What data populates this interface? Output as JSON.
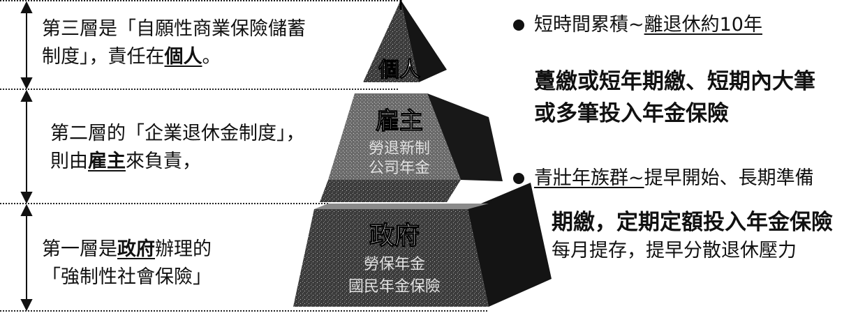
{
  "layers": [
    {
      "id": "third",
      "line1": "第三層是「自願性商業保險儲蓄",
      "line2_a": "制度」，責任在",
      "line2_em": "個人",
      "line2_b": "。",
      "pyramid_label": "個人"
    },
    {
      "id": "second",
      "line1": "第二層的「企業退休金制度」，",
      "line2_a": "則由",
      "line2_em": "雇主",
      "line2_b": "來負責，",
      "pyramid_label": "雇主",
      "pyramid_sub1": "勞退新制",
      "pyramid_sub2": "公司年金"
    },
    {
      "id": "first",
      "line1_a": "第一層是",
      "line1_em": "政府",
      "line1_b": "辦理的",
      "line2": "「強制性社會保險」",
      "pyramid_label": "政府",
      "pyramid_sub1": "勞保年金",
      "pyramid_sub2": "國民年金保險"
    }
  ],
  "right": {
    "group1": {
      "bullet_a": "短時間累積~",
      "bullet_u": "離退休約10年",
      "bold1": "躉繳或短年期繳、短期內大筆",
      "bold2": "或多筆投入年金保險"
    },
    "group2": {
      "bullet_u": "青壯年族群~",
      "bullet_b": " 提早開始、長期準備",
      "bold1": "期繳，定期定額投入年金保險",
      "plain": "每月提存，提早分散退休壓力"
    }
  },
  "colors": {
    "pyramid_front": "#3a3a3a",
    "pyramid_side": "#141414",
    "pyramid_top": "#8a8a8a",
    "text": "#111111",
    "dotted": "#222222"
  }
}
